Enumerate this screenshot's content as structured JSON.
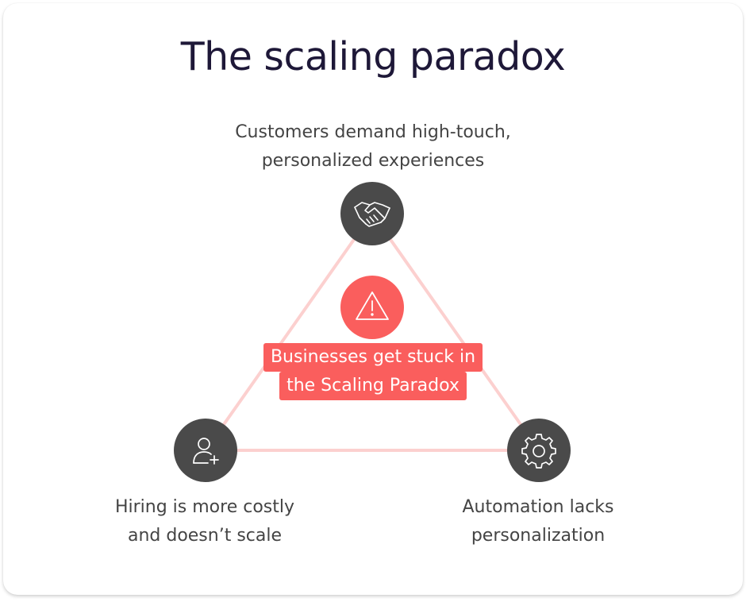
{
  "title": "The scaling paradox",
  "nodes": {
    "top": {
      "icon": "handshake-icon",
      "label_lines": [
        "Customers demand high-touch,",
        "personalized experiences"
      ]
    },
    "left": {
      "icon": "add-user-icon",
      "label_lines": [
        "Hiring is more costly",
        "and doesn’t scale"
      ]
    },
    "right": {
      "icon": "gear-icon",
      "label_lines": [
        "Automation lacks",
        "personalization"
      ]
    }
  },
  "center": {
    "icon": "warning-icon",
    "label_lines": [
      "Businesses get stuck in",
      "the Scaling Paradox"
    ]
  },
  "colors": {
    "title": "#1e1838",
    "node_fill": "#4a4a4a",
    "accent": "#fa5e5d",
    "edge": "#fcd0cf",
    "label_text": "#444444"
  }
}
